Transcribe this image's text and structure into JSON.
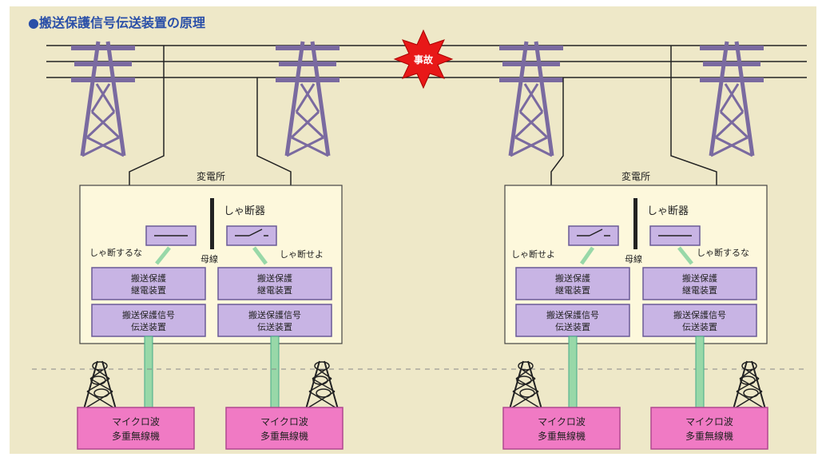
{
  "title": "●搬送保護信号伝送装置の原理",
  "fault_label": "事故",
  "colors": {
    "background": "#eee8c8",
    "substation_fill": "#fdf8dc",
    "tower": "#7a6aa0",
    "purple_box": "#c8b4e4",
    "purple_border": "#6a5a96",
    "pink_box": "#f07ac4",
    "pink_border": "#b04890",
    "green_link": "#98d8a8",
    "line": "#222222",
    "fault": "#e81818",
    "title": "#2a4fa8"
  },
  "substations": [
    {
      "label": "変電所",
      "breaker_label": "しゃ断器",
      "busbar_label": "母線",
      "left_unit": {
        "command": "しゃ断するな",
        "relay": "搬送保護\n継電装置",
        "transmitter": "搬送保護信号\n伝送装置",
        "radio": "マイクロ波\n多重無線機"
      },
      "right_unit": {
        "command": "しゃ断せよ",
        "relay": "搬送保護\n継電装置",
        "transmitter": "搬送保護信号\n伝送装置",
        "radio": "マイクロ波\n多重無線機"
      }
    },
    {
      "label": "変電所",
      "breaker_label": "しゃ断器",
      "busbar_label": "母線",
      "left_unit": {
        "command": "しゃ断せよ",
        "relay": "搬送保護\n継電装置",
        "transmitter": "搬送保護信号\n伝送装置",
        "radio": "マイクロ波\n多重無線機"
      },
      "right_unit": {
        "command": "しゃ断するな",
        "relay": "搬送保護\n継電装置",
        "transmitter": "搬送保護信号\n伝送装置",
        "radio": "マイクロ波\n多重無線機"
      }
    }
  ]
}
